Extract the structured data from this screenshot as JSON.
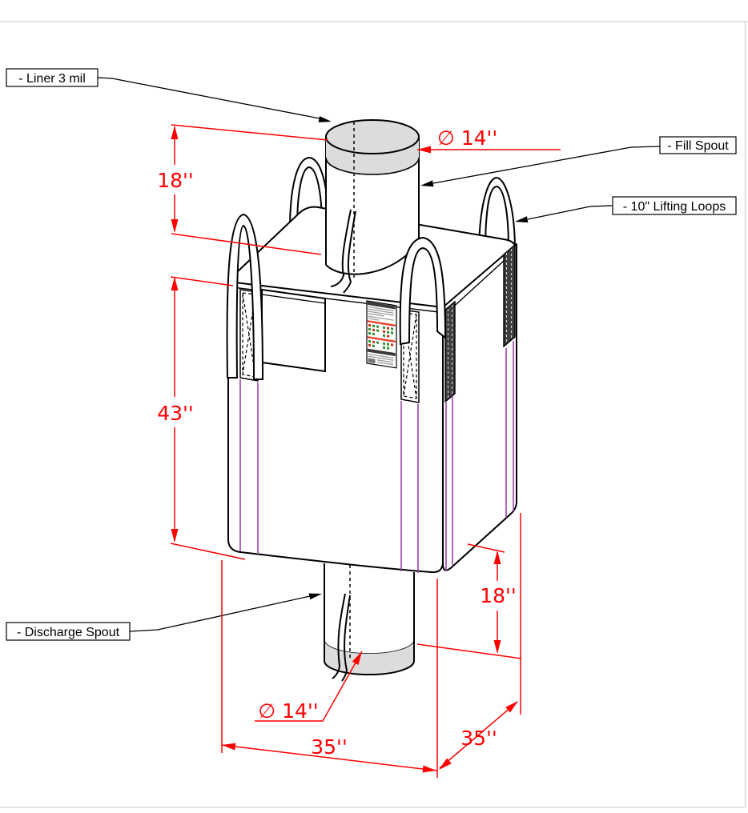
{
  "title": "Bulk bag (FIBC) dimensioned technical drawing",
  "callouts": {
    "liner": "- Liner 3 mil",
    "fill_spout": "- Fill Spout",
    "lifting_loops": "- 10\" Lifting Loops",
    "discharge_spout": "- Discharge Spout"
  },
  "dimensions": {
    "fill_spout_height": "18''",
    "fill_spout_diameter": "∅ 14''",
    "bag_height": "43''",
    "discharge_spout_height": "18''",
    "discharge_spout_diameter": "∅ 14''",
    "bag_width": "35''",
    "bag_depth": "35''"
  },
  "colors": {
    "dimension_red": "#ff0000",
    "seam_purple": "#9933aa",
    "fabric_white": "#ffffff",
    "hem_gray": "#dcdcdc",
    "outline_black": "#000000",
    "page_border_gray": "#d8d8d8"
  }
}
